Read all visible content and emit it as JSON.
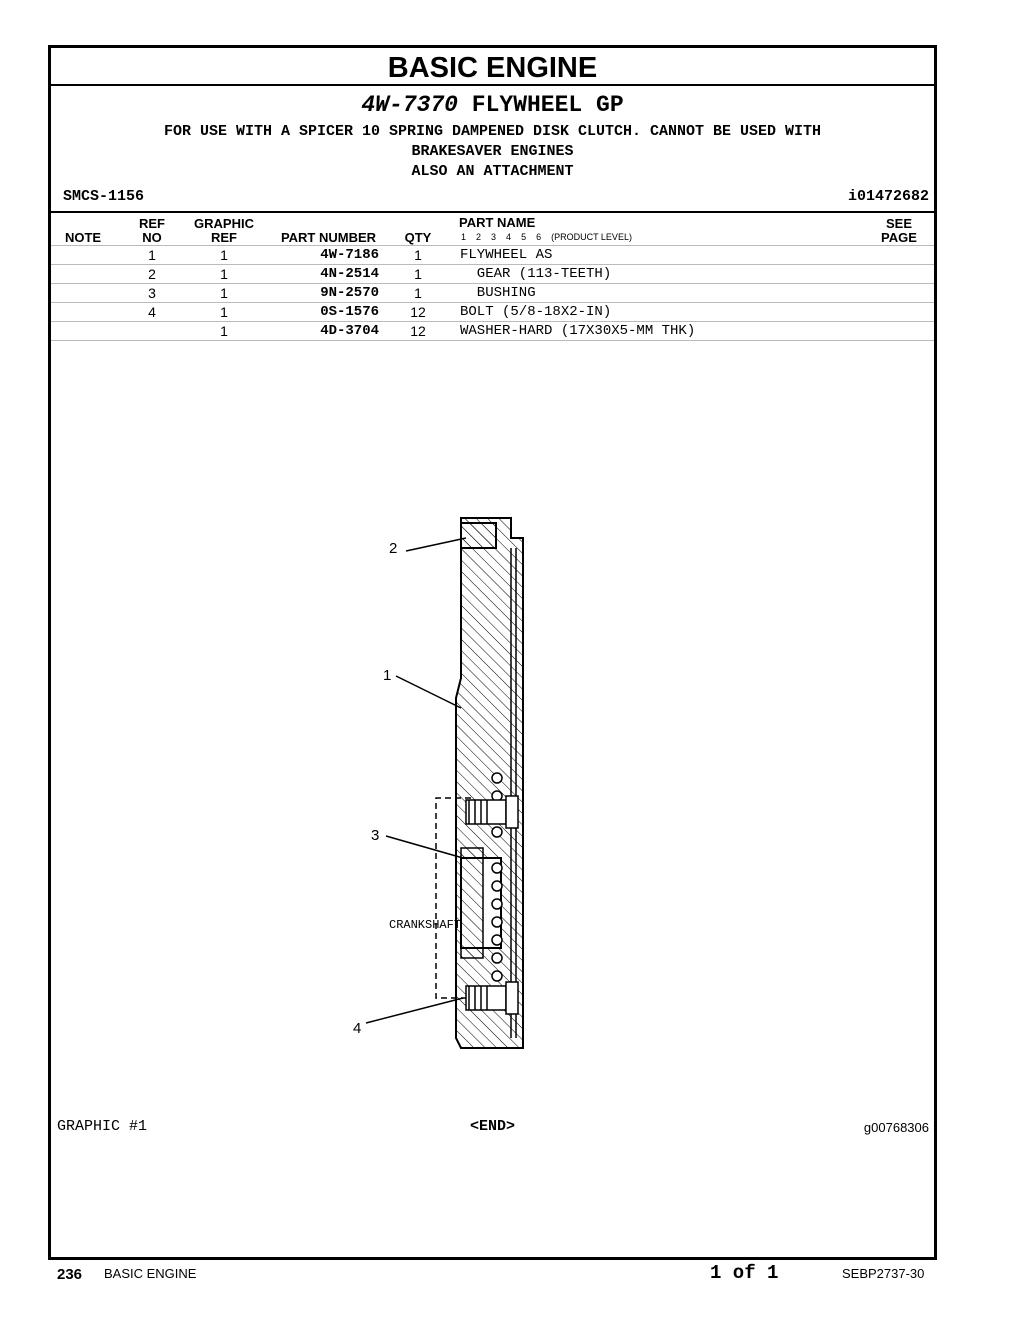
{
  "section_title": "BASIC ENGINE",
  "group": {
    "part_number": "4W-7370",
    "name": "FLYWHEEL GP",
    "notes": [
      "FOR USE WITH A SPICER 10 SPRING DAMPENED DISK CLUTCH. CANNOT BE USED WITH",
      "BRAKESAVER ENGINES",
      "ALSO AN ATTACHMENT"
    ]
  },
  "smcs": "SMCS-1156",
  "illustration_id": "i01472682",
  "columns": {
    "note": "NOTE",
    "ref_no": [
      "REF",
      "NO"
    ],
    "graphic_ref": [
      "GRAPHIC",
      "REF"
    ],
    "part_number": "PART NUMBER",
    "qty": "QTY",
    "part_name": "PART NAME",
    "levels": [
      "1",
      "2",
      "3",
      "4",
      "5",
      "6"
    ],
    "product_level": "(PRODUCT LEVEL)",
    "see_page": [
      "SEE",
      "PAGE"
    ]
  },
  "parts": [
    {
      "ref": "1",
      "graphic": "1",
      "part_number": "4W-7186",
      "qty": "1",
      "name": "FLYWHEEL AS"
    },
    {
      "ref": "2",
      "graphic": "1",
      "part_number": "4N-2514",
      "qty": "1",
      "name": "  GEAR (113-TEETH)"
    },
    {
      "ref": "3",
      "graphic": "1",
      "part_number": "9N-2570",
      "qty": "1",
      "name": "  BUSHING"
    },
    {
      "ref": "4",
      "graphic": "1",
      "part_number": "0S-1576",
      "qty": "12",
      "name": "BOLT (5/8-18X2-IN)"
    },
    {
      "ref": "",
      "graphic": "1",
      "part_number": "4D-3704",
      "qty": "12",
      "name": "WASHER-HARD (17X30X5-MM THK)"
    }
  ],
  "drawing": {
    "callouts": [
      "2",
      "1",
      "3",
      "4"
    ],
    "crankshaft_label": "CRANKSHAFT"
  },
  "graphic_label": "GRAPHIC #1",
  "end_label": "<END>",
  "graphic_id": "g00768306",
  "footer": {
    "page_number": "236",
    "section": "BASIC ENGINE",
    "page_of": "1 of 1",
    "doc_id": "SEBP2737-30"
  }
}
